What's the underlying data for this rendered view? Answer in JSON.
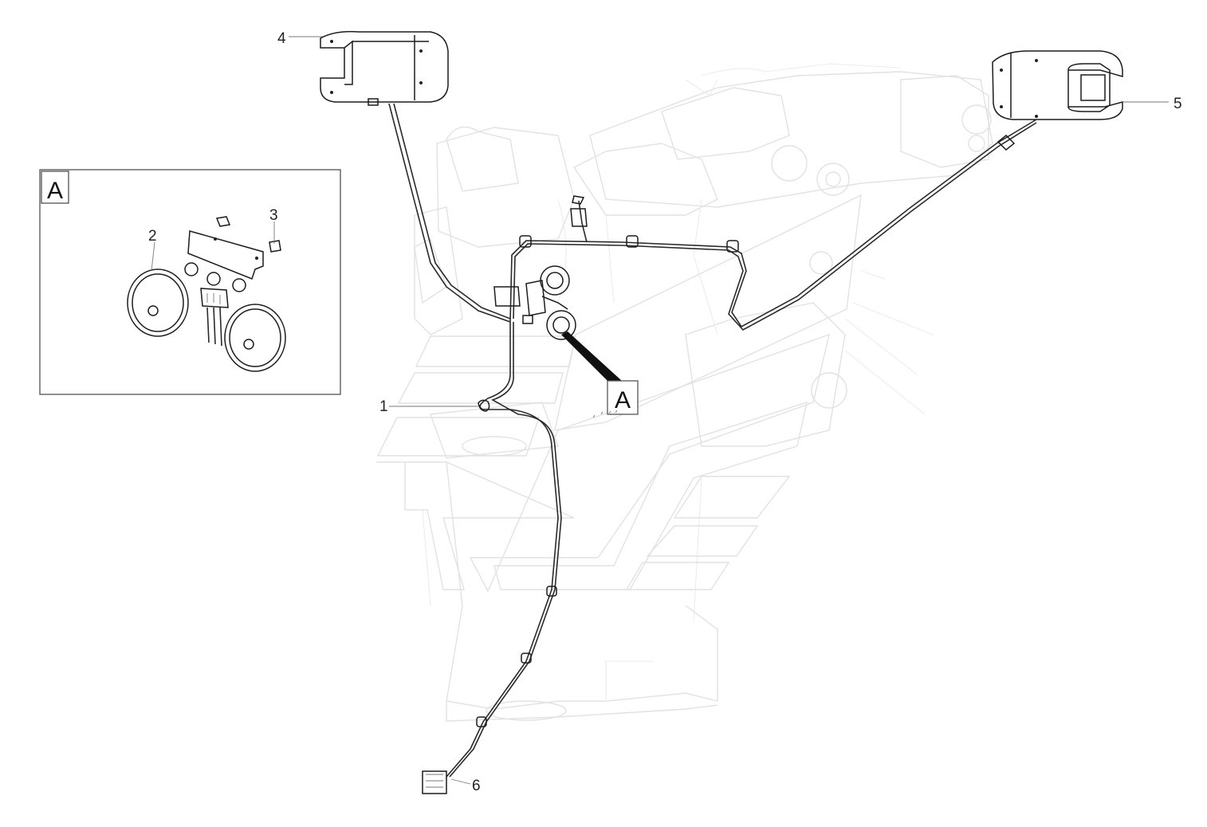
{
  "diagram": {
    "callouts": [
      {
        "id": "1",
        "text": "1"
      },
      {
        "id": "2",
        "text": "2"
      },
      {
        "id": "3",
        "text": "3"
      },
      {
        "id": "4",
        "text": "4"
      },
      {
        "id": "5",
        "text": "5"
      },
      {
        "id": "6",
        "text": "6"
      }
    ],
    "detail_view_label": "A",
    "detail_marker_label": "A"
  }
}
